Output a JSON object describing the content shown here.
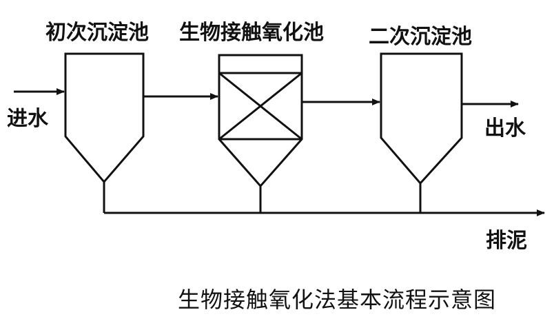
{
  "labels": {
    "primary_clarifier": "初次沉淀池",
    "contact_oxidation_tank": "生物接触氧化池",
    "secondary_clarifier": "二次沉淀池",
    "influent": "进水",
    "effluent": "出水",
    "sludge_discharge": "排泥"
  },
  "caption": "生物接触氧化法基本流程示意图",
  "colors": {
    "line": "#111111",
    "background": "#ffffff"
  }
}
